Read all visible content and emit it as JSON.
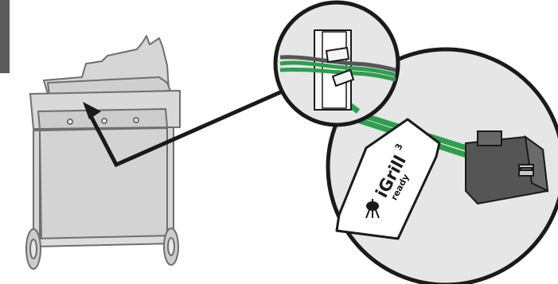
{
  "tag": {
    "brand": "iGrill",
    "superscript": "3",
    "subtitle": "ready"
  },
  "colors": {
    "grill_fill": "#d6d6d6",
    "grill_stroke": "#6e6e6e",
    "callout_bg": "#e6e6e6",
    "wire_green": "#2e9e4f",
    "connector": "#555555",
    "outline": "#1a1a1a",
    "side_bar": "#5a5a5a"
  },
  "icons": [
    "weber-kettle-logo-icon",
    "pointer-arrow-icon"
  ]
}
